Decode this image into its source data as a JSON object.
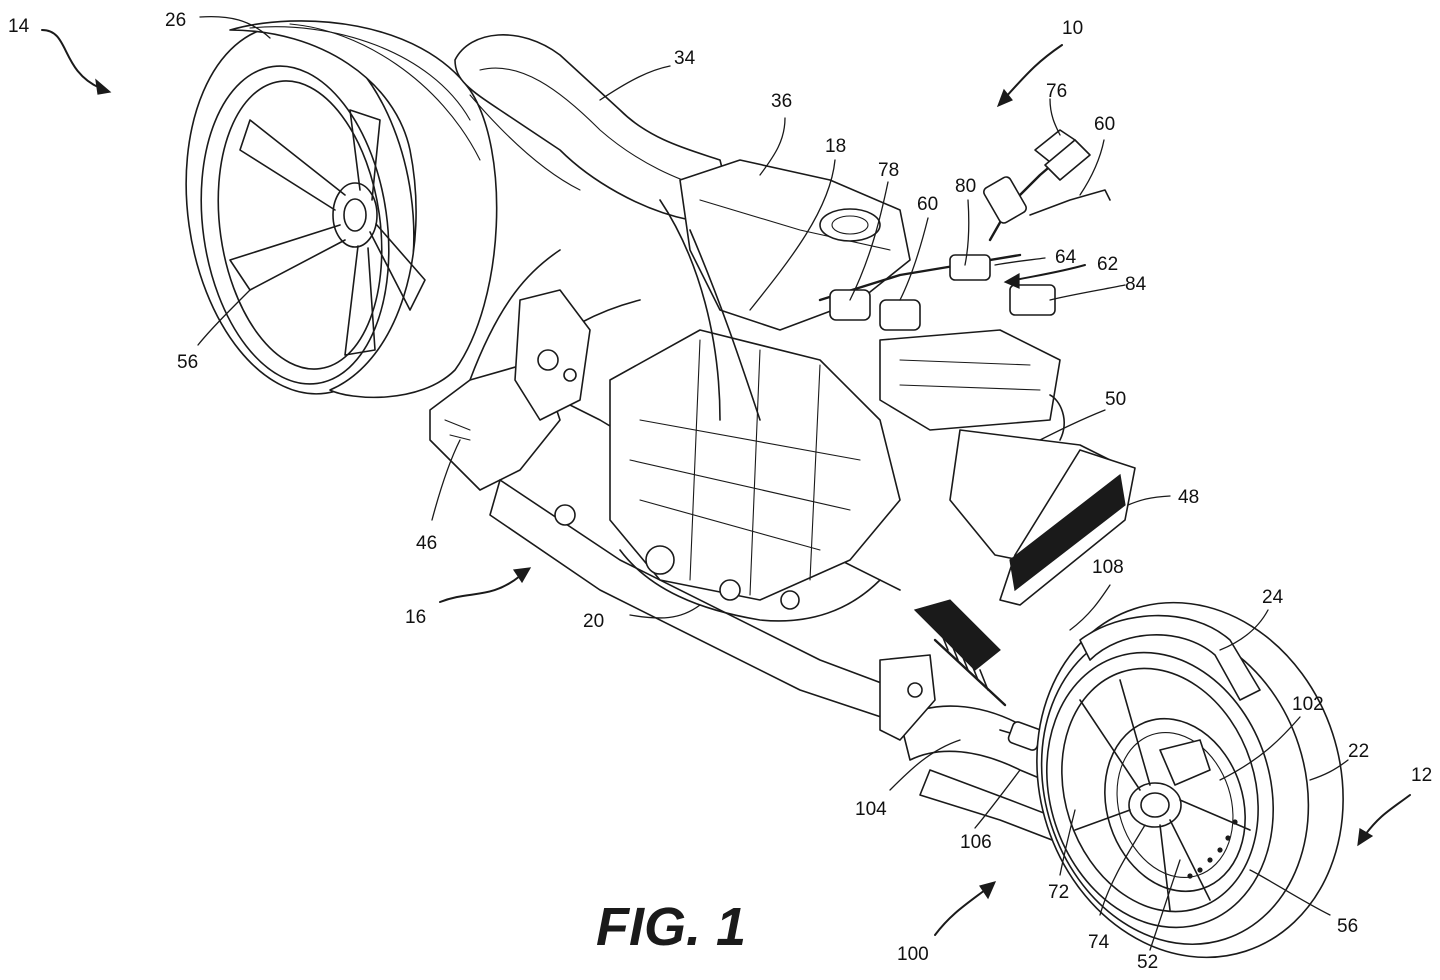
{
  "figure": {
    "caption": "FIG. 1"
  },
  "reference_numerals": {
    "n10": "10",
    "n12": "12",
    "n14": "14",
    "n16": "16",
    "n18": "18",
    "n20": "20",
    "n22": "22",
    "n24": "24",
    "n26": "26",
    "n34": "34",
    "n36": "36",
    "n46": "46",
    "n48": "48",
    "n50": "50",
    "n52": "52",
    "n56_rear": "56",
    "n56_front": "56",
    "n60_upper": "60",
    "n60_lower": "60",
    "n62": "62",
    "n64": "64",
    "n72": "72",
    "n74": "74",
    "n76": "76",
    "n78": "78",
    "n80": "80",
    "n84": "84",
    "n100": "100",
    "n102": "102",
    "n104": "104",
    "n106": "106",
    "n108": "108"
  }
}
